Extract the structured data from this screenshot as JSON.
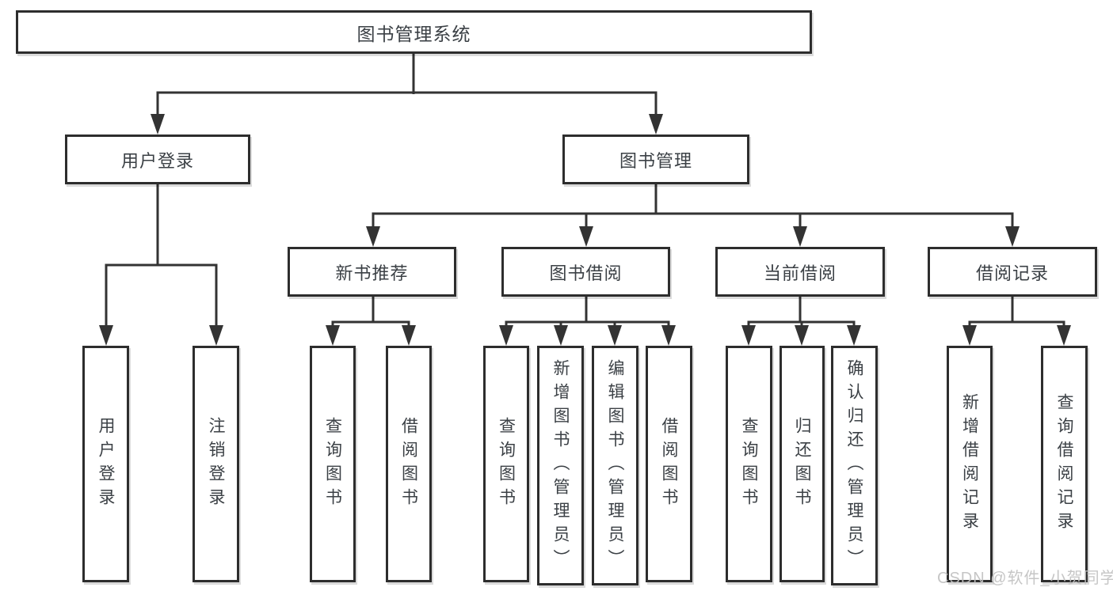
{
  "tree": {
    "root": {
      "label": "图书管理系统",
      "children": [
        {
          "label": "用户登录",
          "children": [
            {
              "label": "用户登录"
            },
            {
              "label": "注销登录"
            }
          ]
        },
        {
          "label": "图书管理",
          "children": [
            {
              "label": "新书推荐",
              "children": [
                {
                  "label": "查询图书"
                },
                {
                  "label": "借阅图书"
                }
              ]
            },
            {
              "label": "图书借阅",
              "children": [
                {
                  "label": "查询图书"
                },
                {
                  "label": "新增图书（管理员）"
                },
                {
                  "label": "编辑图书（管理员）"
                },
                {
                  "label": "借阅图书"
                }
              ]
            },
            {
              "label": "当前借阅",
              "children": [
                {
                  "label": "查询图书"
                },
                {
                  "label": "归还图书"
                },
                {
                  "label": "确认归还（管理员）"
                }
              ]
            },
            {
              "label": "借阅记录",
              "children": [
                {
                  "label": "新增借阅记录"
                },
                {
                  "label": "查询借阅记录"
                }
              ]
            }
          ]
        }
      ]
    }
  },
  "watermark": {
    "text": "CSDN @软件_小贺同学"
  },
  "colors": {
    "line": "#333333",
    "box_border": "#2d2d2d",
    "text": "#3b4045",
    "watermark": "#c1c1c1",
    "background": "#ffffff"
  }
}
